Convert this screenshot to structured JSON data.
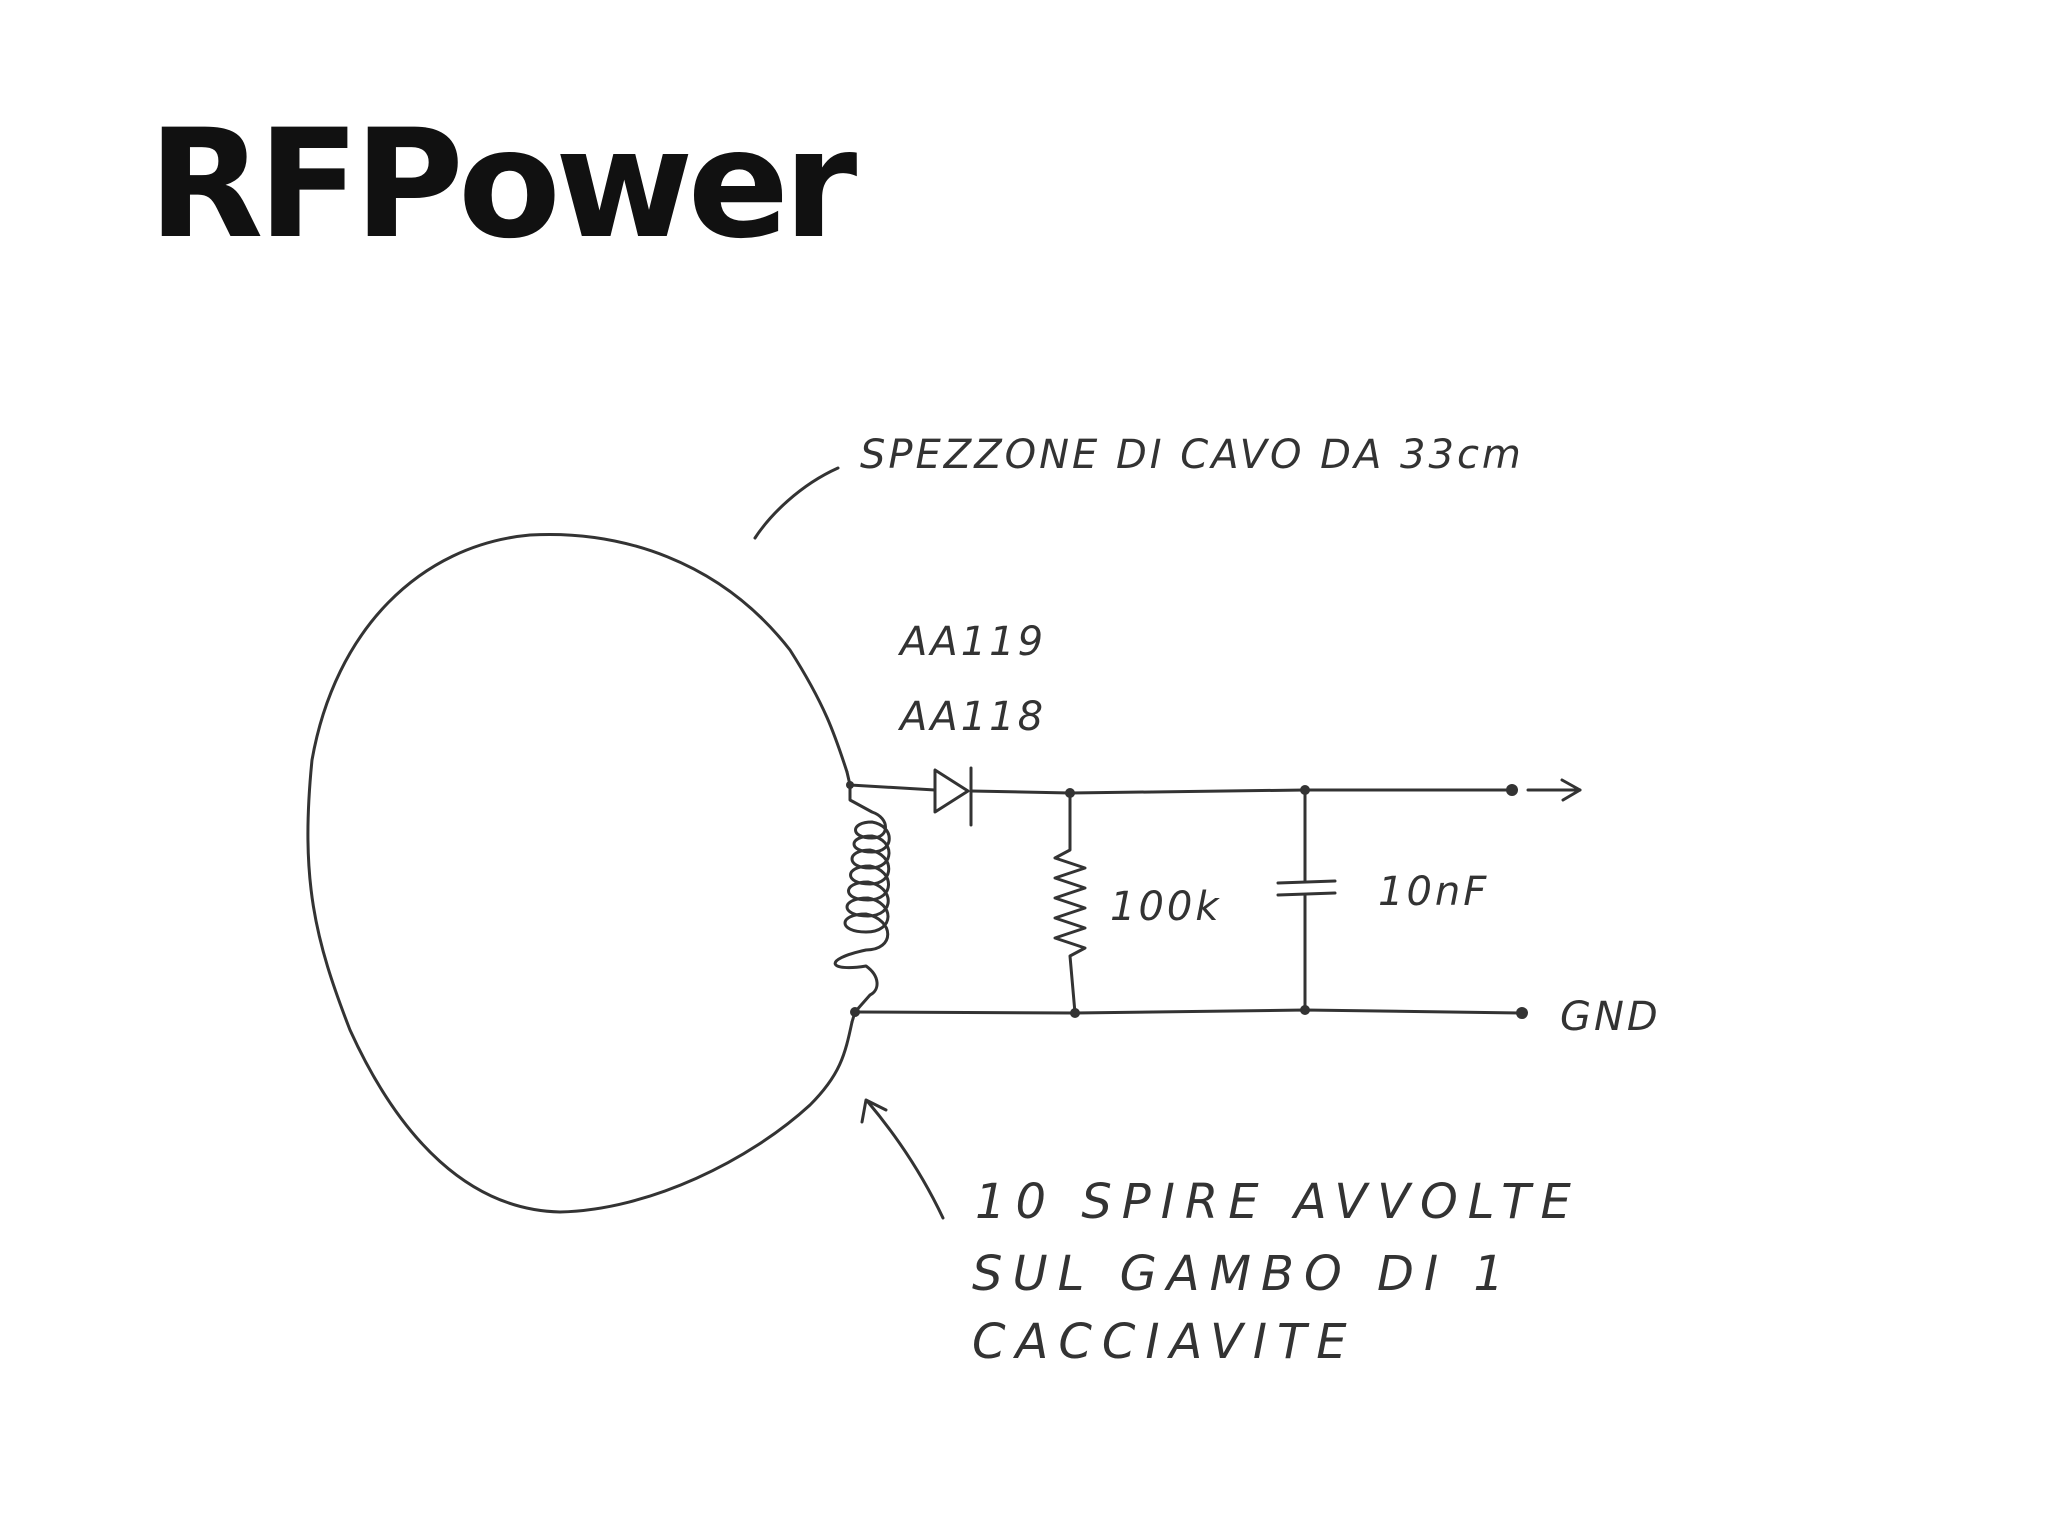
{
  "title": "RFPower",
  "diagram": {
    "labels": {
      "cable": "SPEZZONE DI CAVO DA 33cm",
      "diode_1": "AA119",
      "diode_2": "AA118",
      "resistor": "100k",
      "capacitor": "10nF",
      "ground": "GND",
      "coil_note": [
        "10 SPIRE AVVOLTE",
        "SUL GAMBO DI 1",
        "CACCIAVITE"
      ]
    }
  }
}
